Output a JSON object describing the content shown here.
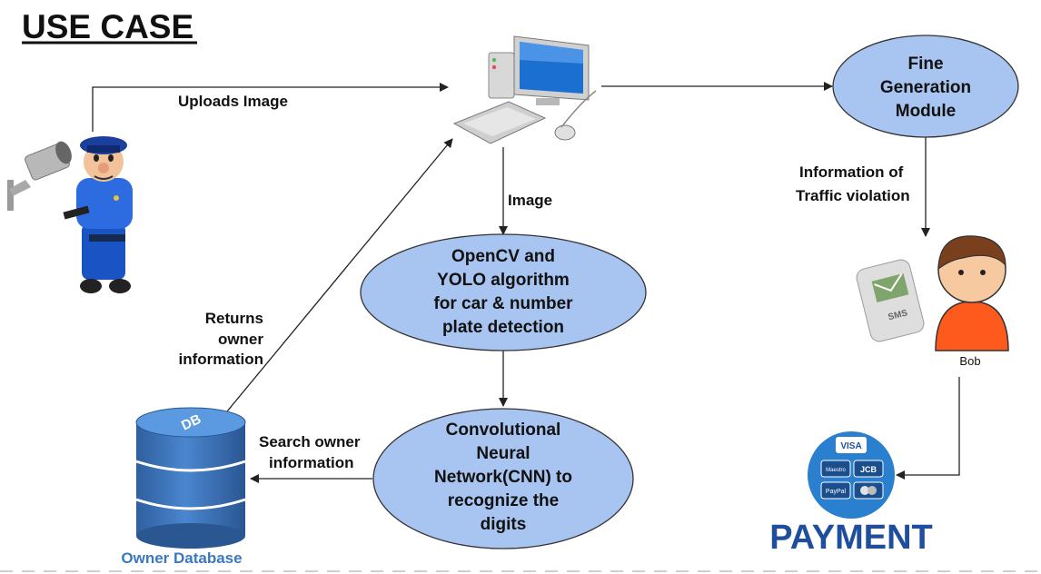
{
  "title": "USE CASE",
  "nodes": {
    "fine": [
      "Fine",
      "Generation",
      "Module"
    ],
    "opencv": [
      "OpenCV and",
      "YOLO algorithm",
      "for car & number",
      "plate detection"
    ],
    "cnn": [
      "Convolutional",
      "Neural",
      "Network(CNN) to",
      "recognize the",
      "digits"
    ]
  },
  "edges": {
    "uploads": "Uploads Image",
    "image": "Image",
    "traffic": [
      "Information of",
      "Traffic violation"
    ],
    "returns": [
      "Returns",
      "owner",
      "information"
    ],
    "search": [
      "Search owner",
      "information"
    ]
  },
  "icons": {
    "db_badge": "DB",
    "owner_db": "Owner Database",
    "sms": "SMS",
    "bob": "Bob",
    "payment": "PAYMENT",
    "cards": [
      "VISA",
      "Maestro",
      "JCB",
      "PayPal"
    ]
  },
  "colors": {
    "ellipse_fill": "#a8c4f0",
    "db_blue": "#3c78c8",
    "payment_blue": "#1f4f9c",
    "bob_shirt": "#ff5a1e"
  }
}
